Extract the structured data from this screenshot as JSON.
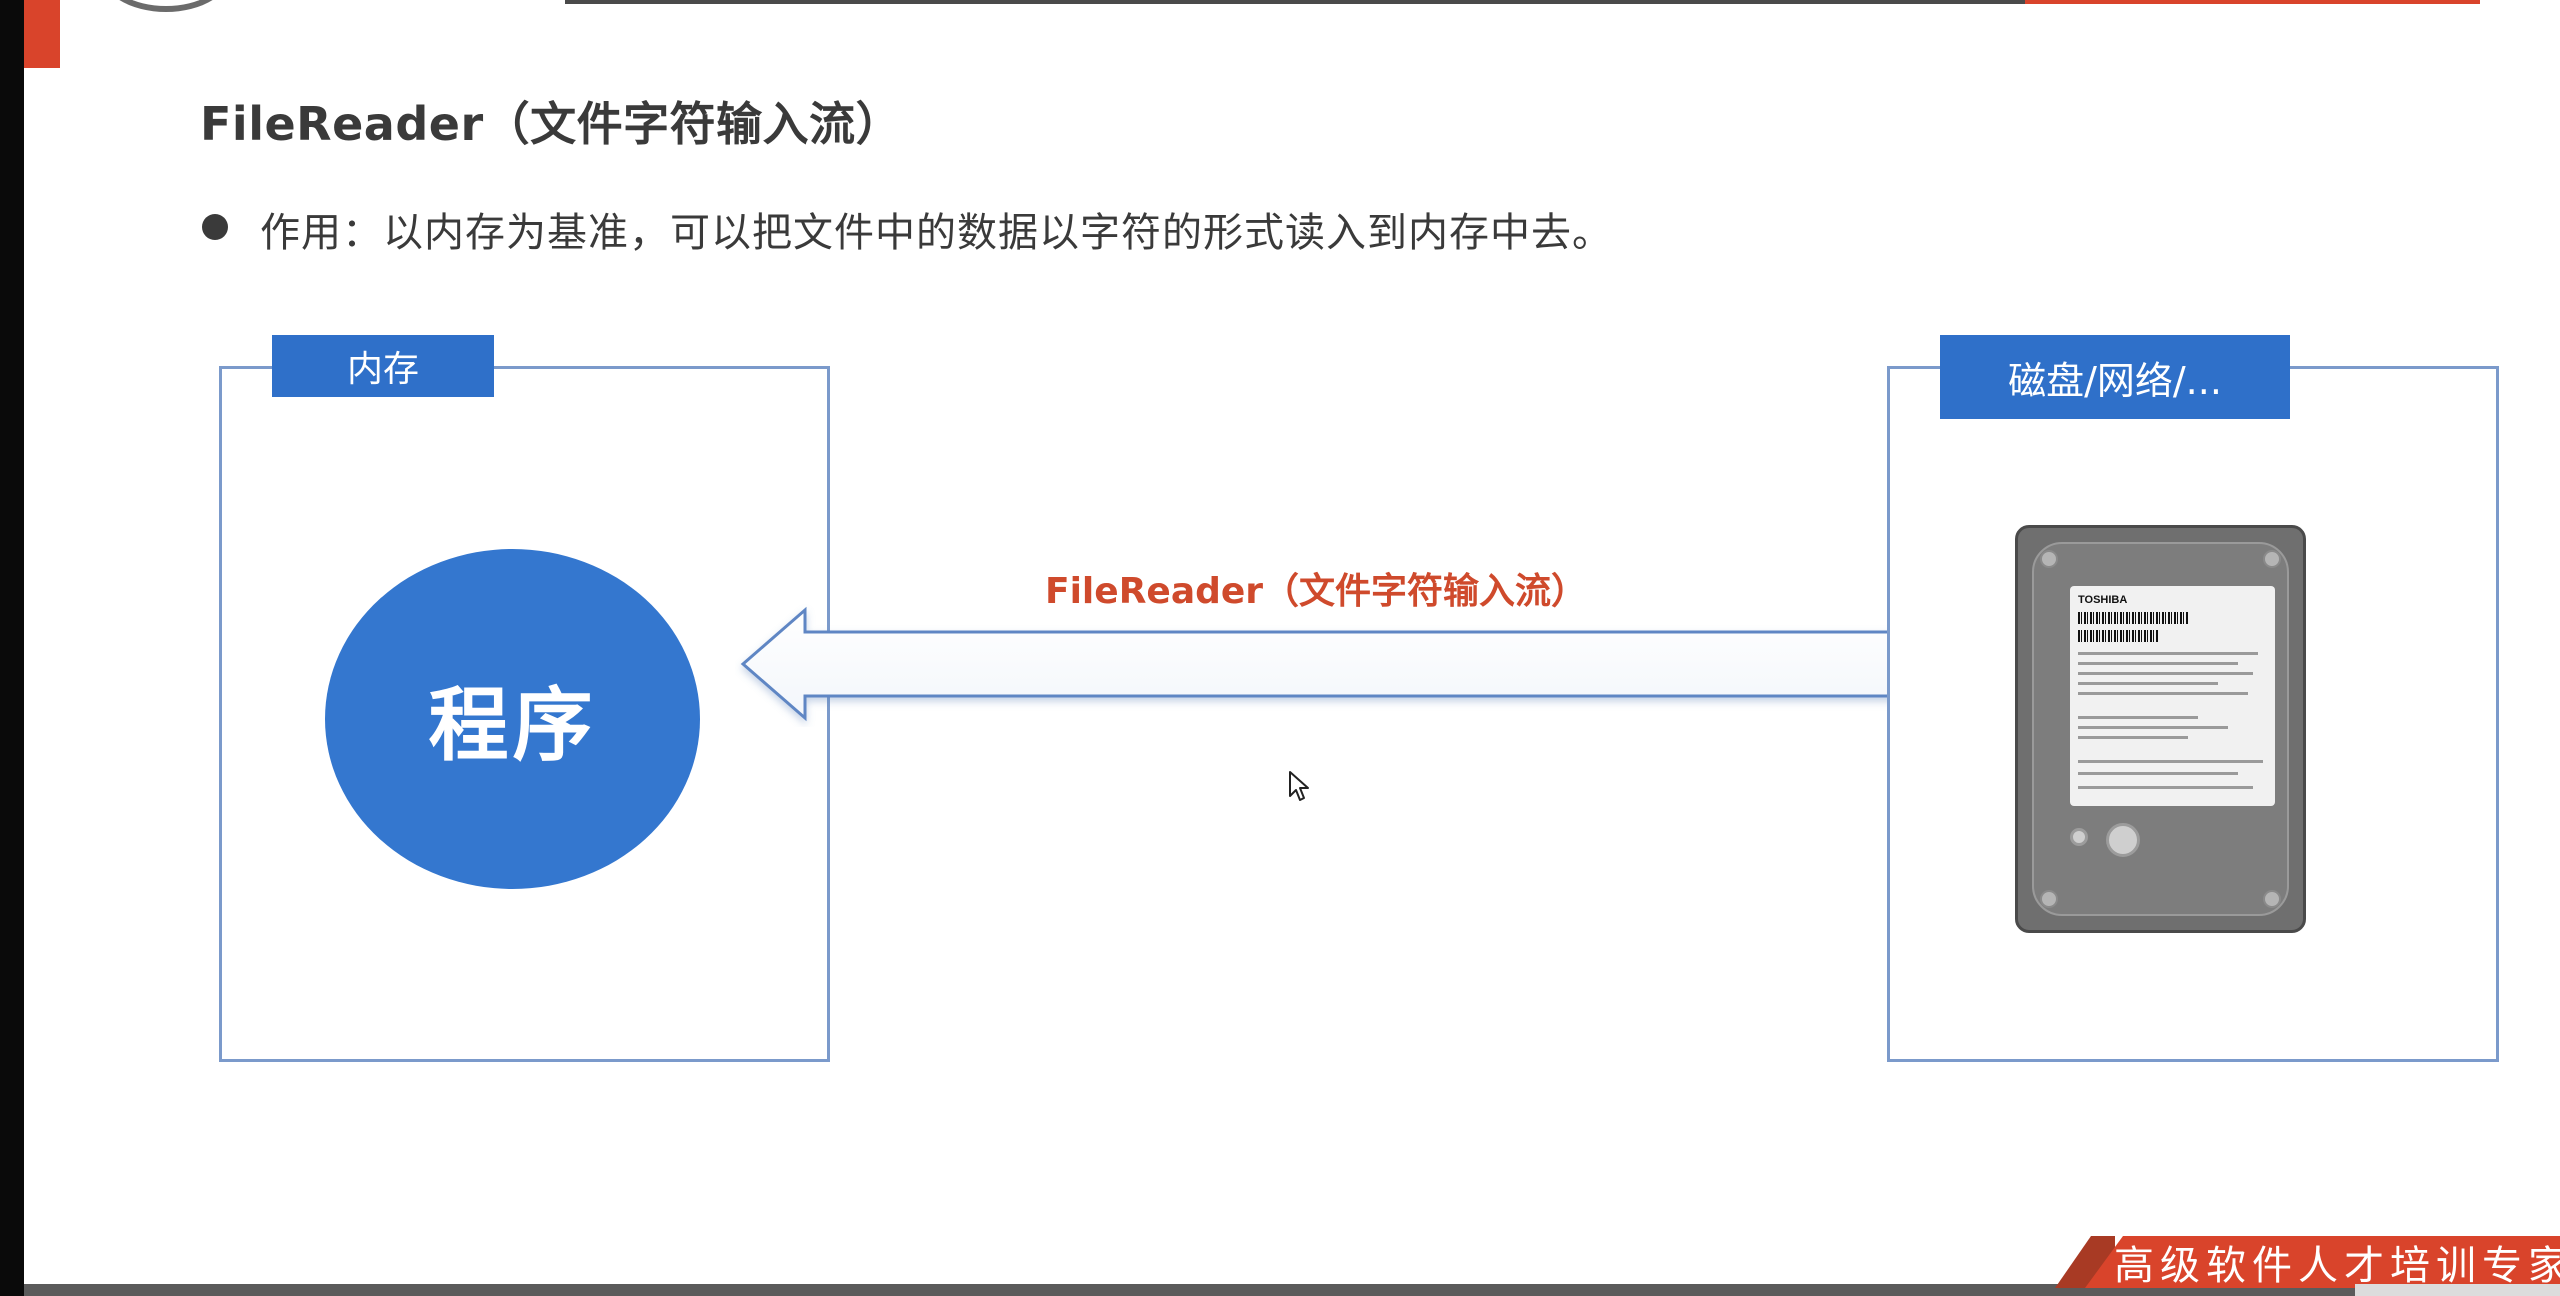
{
  "slide": {
    "title": "FileReader（文件字符输入流）",
    "bullet": "作用：以内存为基准，可以把文件中的数据以字符的形式读入到内存中去。"
  },
  "diagram": {
    "memory_label": "内存",
    "program_label": "程序",
    "disk_label": "磁盘/网络/...",
    "arrow_caption": "FileReader（文件字符输入流）",
    "hdd_brand": "TOSHIBA"
  },
  "footer": {
    "brand": "高级软件人才培训专家"
  },
  "colors": {
    "accent_red": "#d9442b",
    "box_blue": "#2f70c9",
    "ellipse_blue": "#3477cf",
    "border_blue": "#7b9acb"
  }
}
